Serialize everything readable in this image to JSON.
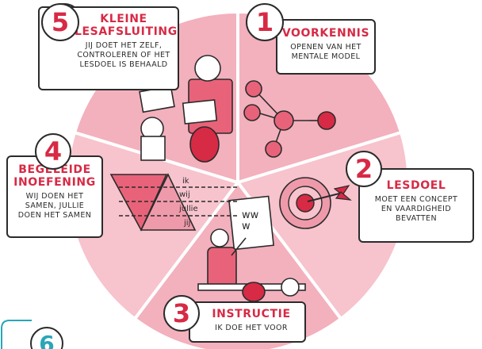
{
  "colors": {
    "accent": "#d72a45",
    "wheel_light": "#f7c3cd",
    "wheel_mid": "#ef9aab",
    "outline": "#2b2b2b"
  },
  "steps": [
    {
      "number": "1",
      "title": "VOORKENNIS",
      "description": "OPENEN VAN HET\nMENTALE MODEL",
      "icon": "network-molecule-icon"
    },
    {
      "number": "2",
      "title": "LESDOEL",
      "description": "MOET EEN CONCEPT\nEN VAARDIGHEID\nBEVATTEN",
      "icon": "target-dart-icon"
    },
    {
      "number": "3",
      "title": "INSTRUCTIE",
      "description": "IK DOE HET VOOR",
      "icon": "teacher-whiteboard-icon"
    },
    {
      "number": "4",
      "title": "BEGELEIDE\nINOEFENING",
      "description": "WIJ DOEN HET\nSAMEN, JULLIE\nDOEN HET SAMEN",
      "icon": "pyramid-icon"
    },
    {
      "number": "5",
      "title": "KLEINE\nLESAFSLUITING",
      "description": "JIJ DOET HET ZELF,\nCONTROLEREN OF HET\nLESDOEL IS BEHAALD",
      "icon": "students-whiteboards-icon"
    }
  ],
  "pyramid_labels": [
    "ik",
    "wij",
    "jullie",
    "jij"
  ],
  "whiteboard_text": "ww\nw",
  "partial_step_number": "6"
}
